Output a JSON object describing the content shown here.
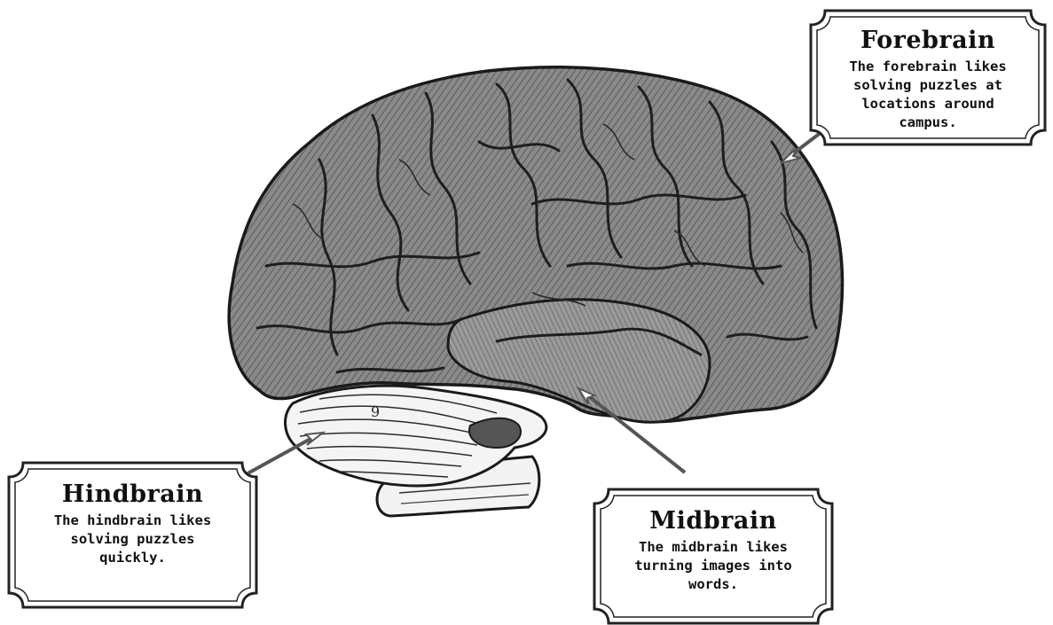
{
  "colors": {
    "ink": "#1a1a1a",
    "brain_fill": "#7d7d7d",
    "brain_dark": "#3a3a3a",
    "cerebellum_fill": "#f2f2f2",
    "arrow": "#555555"
  },
  "brain_markers": {
    "cerebellum_number": "9"
  },
  "labels": {
    "forebrain": {
      "title": "Forebrain",
      "description": "The forebrain likes\nsolving puzzles at\nlocations around\ncampus."
    },
    "hindbrain": {
      "title": "Hindbrain",
      "description": "The hindbrain likes\nsolving puzzles\nquickly."
    },
    "midbrain": {
      "title": "Midbrain",
      "description": "The midbrain likes\nturning images into\nwords."
    }
  }
}
